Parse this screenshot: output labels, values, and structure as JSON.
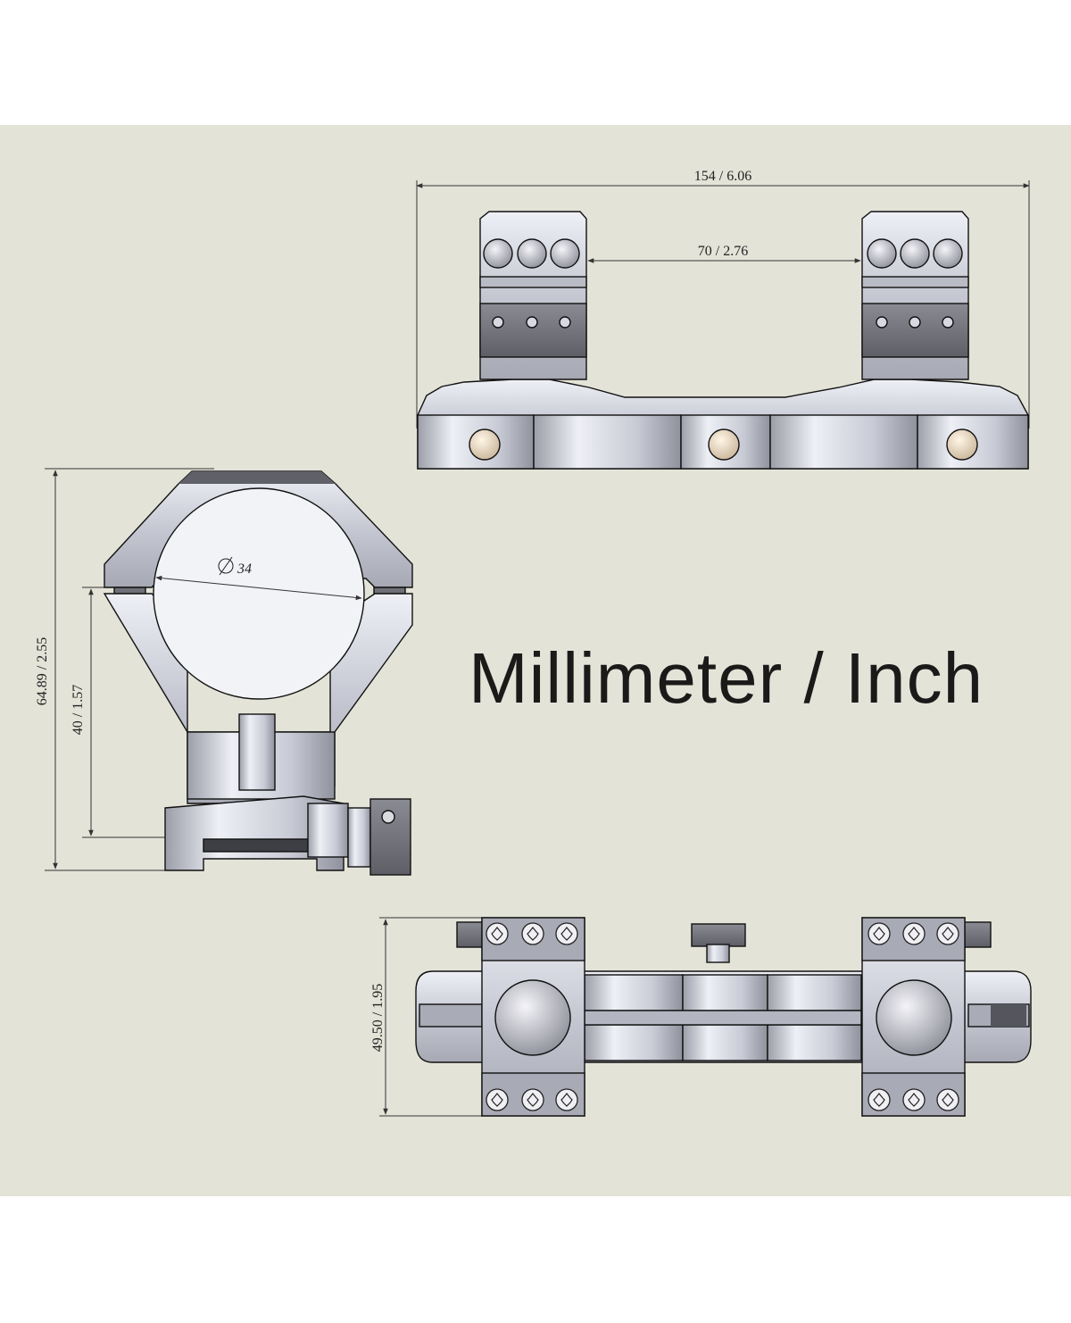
{
  "headline": "Millimeter / Inch",
  "dimensions": {
    "overall_length": "154 / 6.06",
    "ring_spacing": "70 / 2.76",
    "tube_diameter": "34",
    "total_height": "64.89 / 2.55",
    "center_height": "40 / 1.57",
    "base_width": "49.50 / 1.95"
  },
  "icons": {
    "diameter_symbol": "diameter-icon"
  },
  "colors": {
    "background": "#e4e3d8",
    "page": "#ffffff",
    "metal": "#c9cbd6",
    "metal_dark": "#6f7077",
    "ink": "#1c1a19"
  }
}
